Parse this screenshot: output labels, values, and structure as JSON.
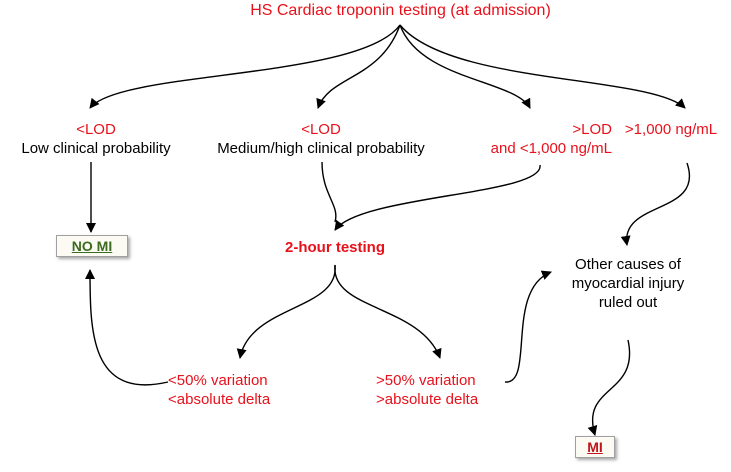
{
  "nodes": {
    "root": "HS Cardiac troponin testing (at admission)",
    "lod_low": {
      "line1": "<LOD",
      "line2": "Low clinical probability"
    },
    "lod_med": {
      "line1": "<LOD",
      "line2": "Medium/high clinical probability"
    },
    "lod_mid": {
      "line1": ">LOD",
      "line2": "and <1,000 ng/mL"
    },
    "high": ">1,000 ng/mL",
    "no_mi": "NO MI",
    "two_hour": "2-hour testing",
    "other_causes": {
      "line1": "Other causes of",
      "line2": "myocardial injury",
      "line3": "ruled out"
    },
    "var_low": {
      "line1": "<50% variation",
      "line2": "<absolute delta"
    },
    "var_high": {
      "line1": ">50% variation",
      "line2": ">absolute delta"
    },
    "mi": "MI"
  },
  "colors": {
    "red_text": "#e8111b",
    "black_text": "#000000",
    "no_mi_text": "#3a6b1e",
    "mi_text": "#c0141a"
  }
}
